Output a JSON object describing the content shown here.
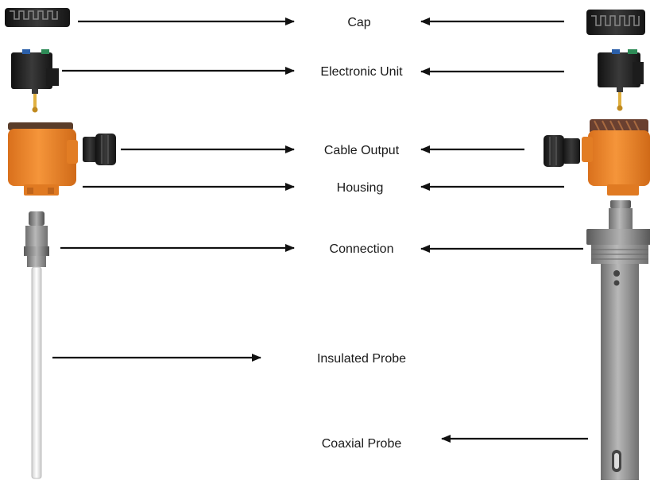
{
  "labels": {
    "cap": "Cap",
    "electronic_unit": "Electronic Unit",
    "cable_output": "Cable Output",
    "housing": "Housing",
    "connection": "Connection",
    "insulated_probe": "Insulated Probe",
    "coaxial_probe": "Coaxial Probe"
  },
  "colors": {
    "housing_orange": "#f0892a",
    "electronics_black": "#222222",
    "gold_pin": "#e0b040",
    "probe_grey": "#9a9a9a",
    "arrow": "#111111"
  }
}
